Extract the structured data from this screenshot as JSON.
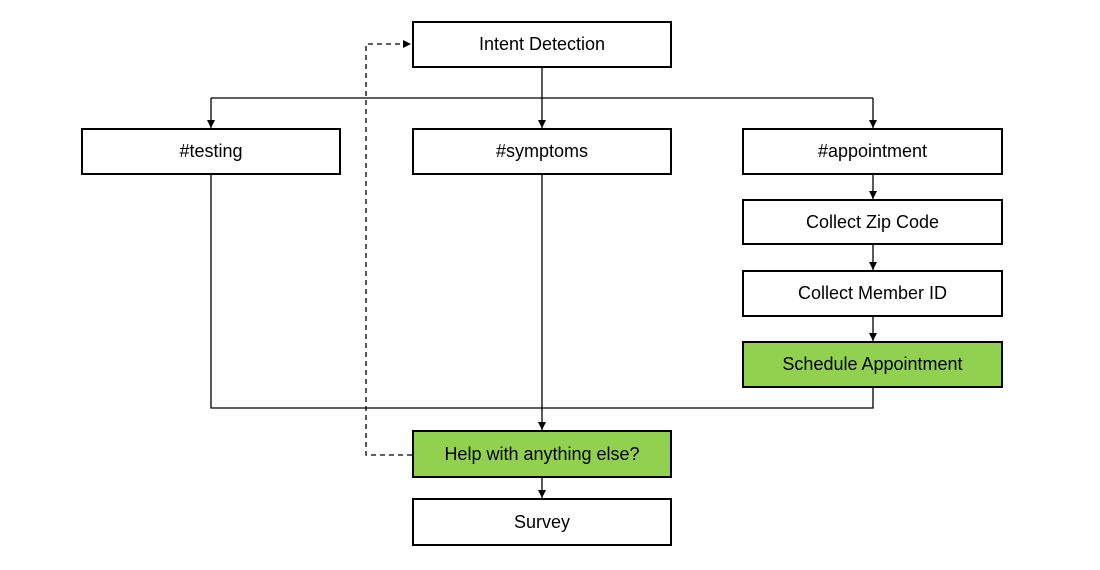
{
  "diagram": {
    "colors": {
      "highlight": "#92d050",
      "stroke": "#000000",
      "background": "#ffffff"
    },
    "nodes": {
      "intent_detection": {
        "label": "Intent Detection"
      },
      "testing": {
        "label": "#testing"
      },
      "symptoms": {
        "label": "#symptoms"
      },
      "appointment": {
        "label": "#appointment"
      },
      "collect_zip": {
        "label": "Collect Zip Code"
      },
      "collect_member_id": {
        "label": "Collect Member ID"
      },
      "schedule_appointment": {
        "label": "Schedule Appointment",
        "highlighted": true
      },
      "help_anything_else": {
        "label": "Help with anything else?",
        "highlighted": true
      },
      "survey": {
        "label": "Survey"
      }
    },
    "edges": [
      {
        "from": "intent_detection",
        "to": "testing",
        "style": "solid"
      },
      {
        "from": "intent_detection",
        "to": "symptoms",
        "style": "solid"
      },
      {
        "from": "intent_detection",
        "to": "appointment",
        "style": "solid"
      },
      {
        "from": "appointment",
        "to": "collect_zip",
        "style": "solid"
      },
      {
        "from": "collect_zip",
        "to": "collect_member_id",
        "style": "solid"
      },
      {
        "from": "collect_member_id",
        "to": "schedule_appointment",
        "style": "solid"
      },
      {
        "from": "testing",
        "to": "help_anything_else",
        "style": "solid"
      },
      {
        "from": "symptoms",
        "to": "help_anything_else",
        "style": "solid"
      },
      {
        "from": "schedule_appointment",
        "to": "help_anything_else",
        "style": "solid"
      },
      {
        "from": "help_anything_else",
        "to": "survey",
        "style": "solid"
      },
      {
        "from": "help_anything_else",
        "to": "intent_detection",
        "style": "dashed"
      }
    ]
  }
}
